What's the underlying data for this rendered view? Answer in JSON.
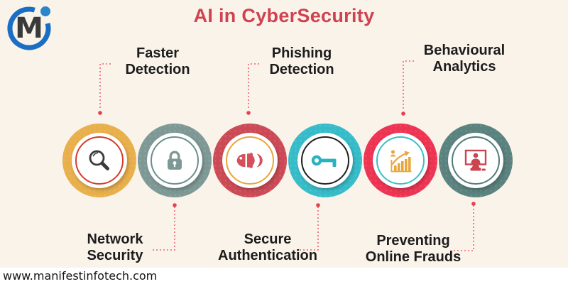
{
  "page": {
    "title": "AI in CyberSecurity",
    "title_color": "#cf4250",
    "background_color": "#faf3ea",
    "website": "www.manifestinfotech.com"
  },
  "logo": {
    "letter": "M",
    "ring_color": "#1a6fc4",
    "dot_color": "#2a86c8",
    "letter_color": "#3a3a3a"
  },
  "connectors": {
    "line_color": "#ee6470",
    "dot_color": "#e4404e"
  },
  "items": [
    {
      "label": "Faster Detection",
      "lines": [
        "Faster",
        "Detection"
      ],
      "label_position": "top",
      "icon": "magnifier-icon",
      "outer_color": "#e8af4b",
      "ring_color": "#d6392c",
      "icon_color": "#3b3b3b"
    },
    {
      "label": "Network Security",
      "lines": [
        "Network",
        "Security"
      ],
      "label_position": "bottom",
      "icon": "lock-icon",
      "outer_color": "#7e9995",
      "ring_color": "#68908c",
      "icon_color": "#7e9995"
    },
    {
      "label": "Phishing Detection",
      "lines": [
        "Phishing",
        "Detection"
      ],
      "label_position": "top",
      "icon": "fish-icon",
      "outer_color": "#cc4a56",
      "ring_color": "#e9a43c",
      "icon_color": "#d4505b"
    },
    {
      "label": "Secure Authentication",
      "lines": [
        "Secure",
        "Authentication"
      ],
      "label_position": "bottom",
      "icon": "key-icon",
      "outer_color": "#36bcc9",
      "ring_color": "#1f1f1f",
      "icon_color": "#29b3c0"
    },
    {
      "label": "Behavioural Analytics",
      "lines": [
        "Behavioural",
        "Analytics"
      ],
      "label_position": "top",
      "icon": "growth-chart-icon",
      "outer_color": "#ee3453",
      "ring_color": "#39bfca",
      "icon_color": "#e9a73c"
    },
    {
      "label": "Preventing Online Frauds",
      "lines": [
        "Preventing",
        "Online Frauds"
      ],
      "label_position": "bottom",
      "icon": "fraud-monitor-icon",
      "outer_color": "#5a827e",
      "ring_color": "#4f7d78",
      "icon_color": "#cc4450"
    }
  ]
}
